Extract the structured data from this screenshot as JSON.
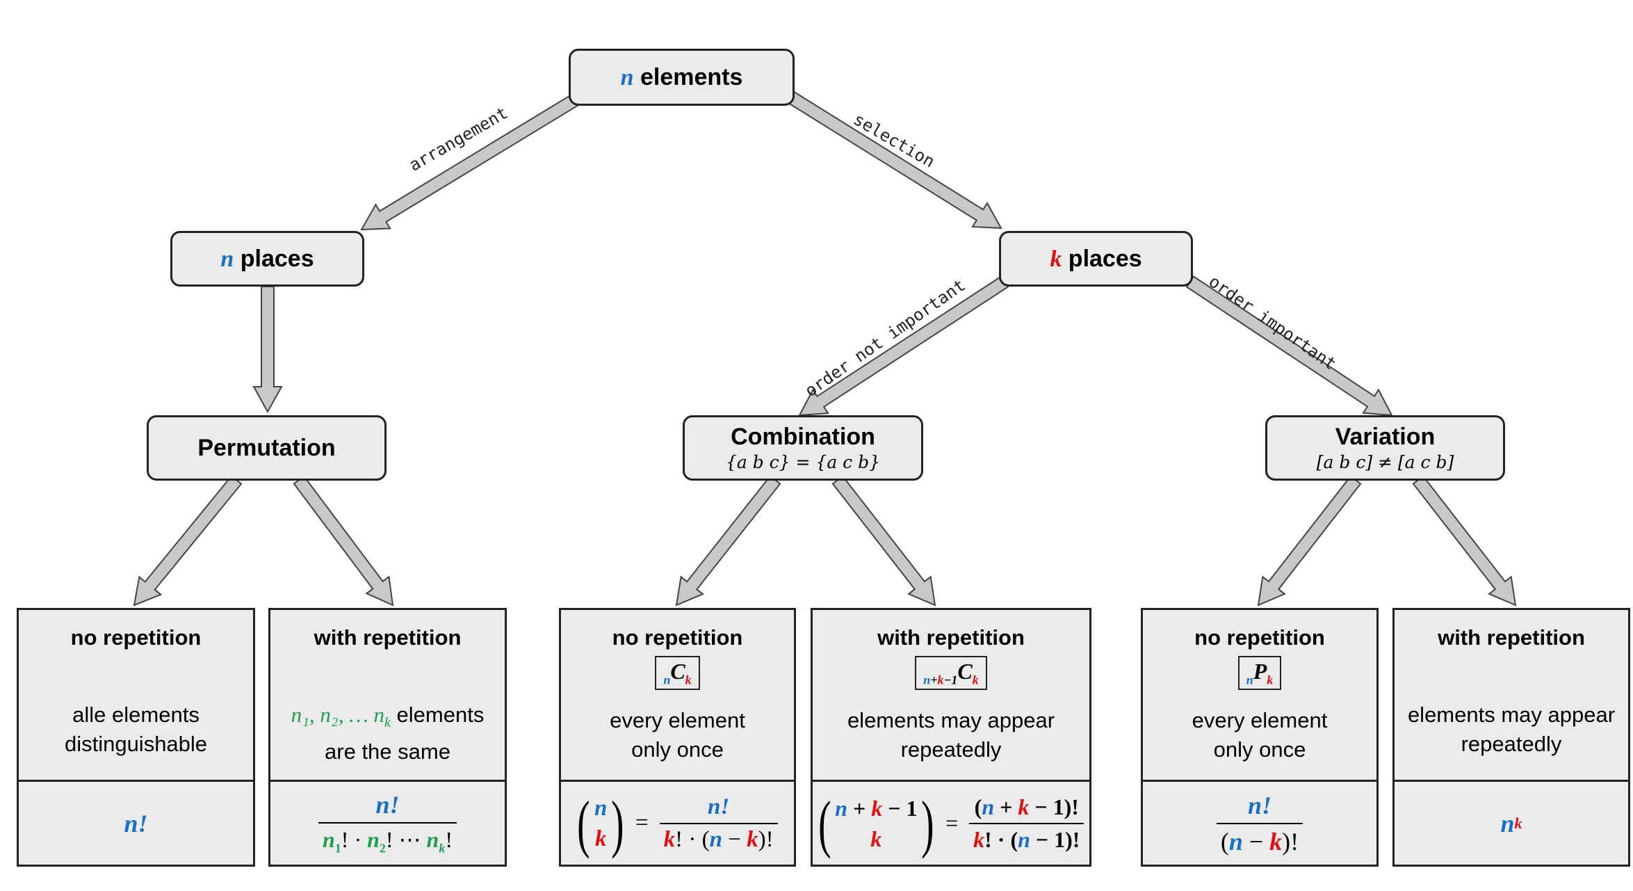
{
  "root": {
    "var": "n",
    "label": "elements"
  },
  "n_places": {
    "var": "n",
    "label": "places"
  },
  "k_places": {
    "var": "k",
    "label": "places"
  },
  "edges": {
    "arrangement": "arrangement",
    "selection": "selection",
    "order_not_important": "order not important",
    "order_important": "order important"
  },
  "permutation": {
    "title": "Permutation"
  },
  "combination": {
    "title": "Combination",
    "subtitle": "{a b c} = {a c b}"
  },
  "variation": {
    "title": "Variation",
    "subtitle": "[a b c] ≠ [a c b]"
  },
  "leaves": {
    "perm_no": {
      "heading": "no repetition",
      "desc1": "alle elements",
      "desc2": "distinguishable",
      "formula": "n!"
    },
    "perm_rep": {
      "heading": "with repetition",
      "desc1_var": "n₁, n₂, … n",
      "desc1_sub": "k",
      "desc1": " elements",
      "desc2": "are the same",
      "num": "n!",
      "den_1": "n",
      "den_1s": "1",
      "den_dot1": "! · ",
      "den_2": "n",
      "den_2s": "2",
      "den_dots": "! ⋯ ",
      "den_3": "n",
      "den_3s": "k",
      "den_end": "!"
    },
    "comb_no": {
      "heading": "no repetition",
      "sym_pre": "n",
      "sym_main": "C",
      "sym_post": "k",
      "desc1": "every element",
      "desc2": "only once",
      "b_top": "n",
      "b_bot": "k",
      "eq": "=",
      "num": "n!",
      "den_a": "k",
      "den_b": "! · (",
      "den_c": "n",
      "den_d": " − ",
      "den_e": "k",
      "den_f": ")!"
    },
    "comb_rep": {
      "heading": "with repetition",
      "sym_pre_n": "n",
      "sym_pre_plus": "+",
      "sym_pre_k": "k",
      "sym_pre_rest": "−1",
      "sym_main": "C",
      "sym_post": "k",
      "desc1": "elements may appear",
      "desc2": "repeatedly",
      "b_n": "n",
      "b_plus": " + ",
      "b_k": "k",
      "b_minus": " − 1",
      "b_bot": "k",
      "eq": "=",
      "num_a": "(",
      "num_n": "n",
      "num_plus": " + ",
      "num_k": "k",
      "num_rest": " − 1)!",
      "den_k": "k",
      "den_b": "! · (",
      "den_n": "n",
      "den_rest": " − 1)!"
    },
    "var_no": {
      "heading": "no repetition",
      "sym_pre": "n",
      "sym_main": "P",
      "sym_post": "k",
      "desc1": "every element",
      "desc2": "only once",
      "num": "n!",
      "den_a": "(",
      "den_n": "n",
      "den_m": " − ",
      "den_k": "k",
      "den_e": ")!"
    },
    "var_rep": {
      "heading": "with repetition",
      "desc1": "elements may appear",
      "desc2": "repeatedly",
      "base": "n",
      "exp": "k"
    }
  },
  "colors": {
    "blue": "#1a6fc4",
    "red": "#e01010",
    "green": "#1fa050",
    "box": "#ebebeb",
    "arrow": "#c8c8c8"
  }
}
